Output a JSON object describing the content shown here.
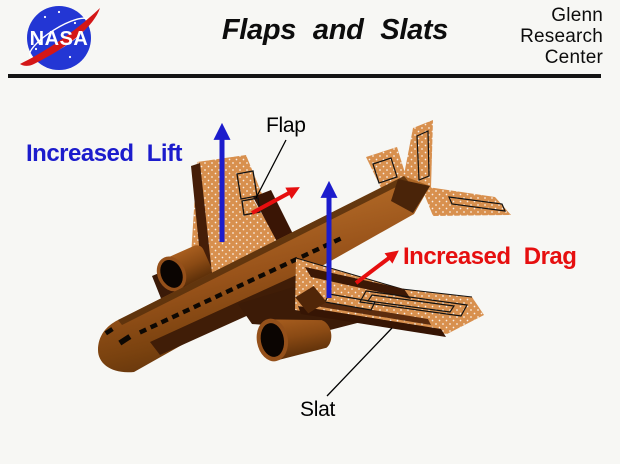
{
  "header": {
    "logo_label": "NASA",
    "title": "Flaps and Slats",
    "org_lines": [
      "Glenn",
      "Research",
      "Center"
    ]
  },
  "labels": {
    "flap": "Flap",
    "slat": "Slat",
    "increased_lift": "Increased Lift",
    "increased_drag": "Increased Drag"
  },
  "colors": {
    "lift_arrow_blue": "#1c1ccc",
    "drag_arrow_red": "#e60f0f",
    "wing_tan": "#d8904e",
    "fuselage_brown": "#a2591c",
    "flap_slat_dark": "#3a1805",
    "nasa_blue": "#2336d4",
    "nasa_red": "#d41717",
    "rule_black": "#141414",
    "background": "#f7f7f4"
  }
}
